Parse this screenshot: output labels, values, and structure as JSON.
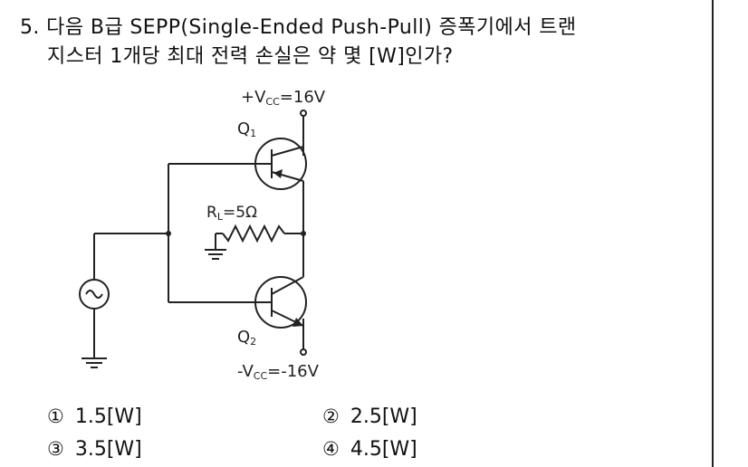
{
  "question": {
    "line1": "5. 다음 B급 SEPP(Single-Ended Push-Pull) 증폭기에서 트랜",
    "line2": "지스터 1개당 최대 전력 손실은 약 몇 [W]인가?"
  },
  "circuit": {
    "vcc_pos": "+V",
    "vcc_sub": "CC",
    "vcc_pos_value": "=16V",
    "q1": "Q",
    "q1_sub": "1",
    "q2": "Q",
    "q2_sub": "2",
    "rl": "R",
    "rl_sub": "L",
    "rl_value": "=5Ω",
    "vcc_neg": "-V",
    "vcc_neg_sub": "CC",
    "vcc_neg_value": "=-16V"
  },
  "options": [
    {
      "mark": "①",
      "text": "1.5[W]"
    },
    {
      "mark": "②",
      "text": "2.5[W]"
    },
    {
      "mark": "③",
      "text": "3.5[W]"
    },
    {
      "mark": "④",
      "text": "4.5[W]"
    }
  ]
}
